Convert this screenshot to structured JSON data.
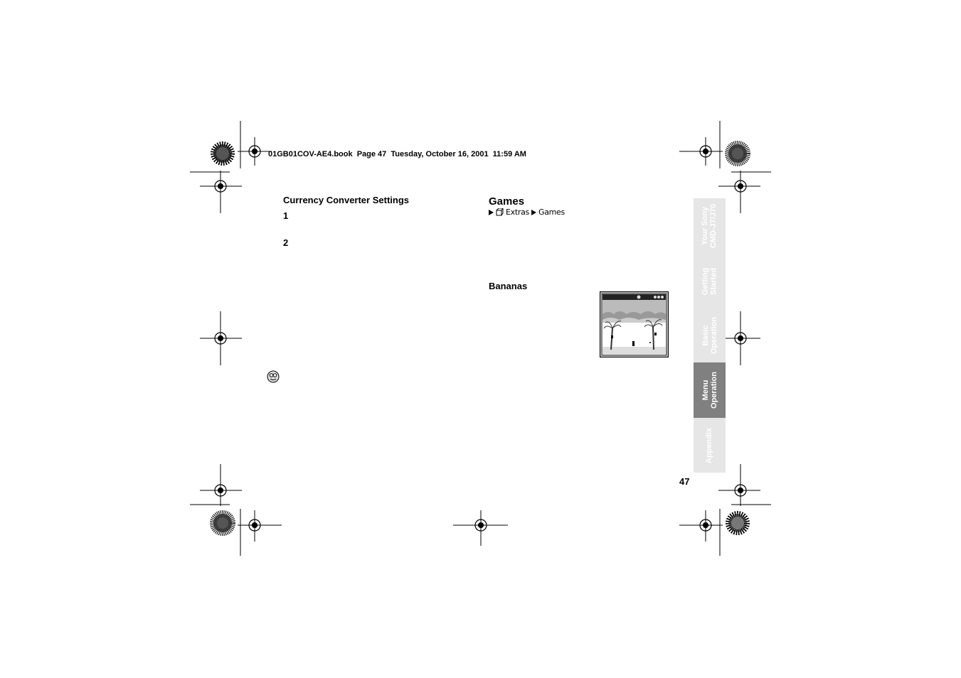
{
  "header": {
    "file_info": "01GB01COV-AE4.book  Page 47  Tuesday, October 16, 2001  11:59 AM"
  },
  "left_column": {
    "section_title": "Currency Converter Settings",
    "steps": [
      "1",
      "2"
    ]
  },
  "right_column": {
    "games_title": "Games",
    "menu_path": {
      "extras_label": "Extras",
      "games_label": "Games"
    },
    "subsection_title": "Bananas"
  },
  "side_tabs": [
    {
      "label": "Your Sony\nCMD-J7/J70",
      "active": false
    },
    {
      "label": "Getting\nStarted",
      "active": false
    },
    {
      "label": "Basic\nOperation",
      "active": false
    },
    {
      "label": "Menu\nOperation",
      "active": true
    },
    {
      "label": "Appendix",
      "active": false
    }
  ],
  "page_number": "47",
  "icons": {
    "tip": "tip-icon",
    "menu_arrow": "right-triangle-icon",
    "extras": "extras-icon",
    "registration": "registration-mark-icon",
    "color_bar": "starburst-target-icon"
  }
}
